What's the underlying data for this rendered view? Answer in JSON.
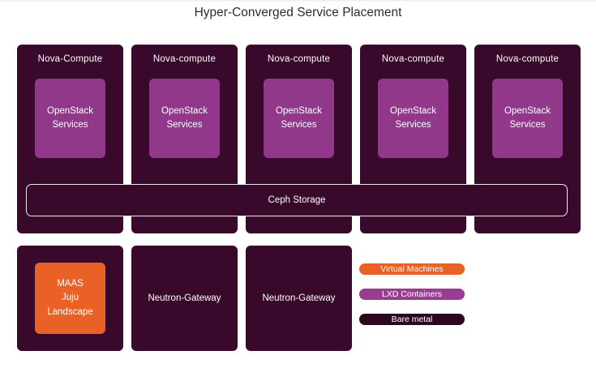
{
  "title": "Hyper-Converged Service Placement",
  "colors": {
    "aubergine": "#38092b",
    "inner_purple": "#91388a",
    "orange": "#ea6126",
    "legend_orange": "#ea6126",
    "legend_purple": "#9a3d92",
    "legend_dark": "#2d0621",
    "ceph_border": "#f0eae6",
    "title_text": "#2d2d2d",
    "label_text": "#ffffff"
  },
  "top_row": [
    {
      "label": "Nova-Compute",
      "inner_lines": [
        "OpenStack",
        "Services"
      ]
    },
    {
      "label": "Nova-compute",
      "inner_lines": [
        "OpenStack",
        "Services"
      ]
    },
    {
      "label": "Nova-compute",
      "inner_lines": [
        "OpenStack",
        "Services"
      ]
    },
    {
      "label": "Nova-compute",
      "inner_lines": [
        "OpenStack",
        "Services"
      ]
    },
    {
      "label": "Nova-compute",
      "inner_lines": [
        "OpenStack",
        "Services"
      ]
    }
  ],
  "ceph_bar": {
    "label": "Ceph Storage"
  },
  "bottom_row": {
    "maas": {
      "inner_lines": [
        "MAAS",
        "Juju",
        "Landscape"
      ]
    },
    "gateways": [
      {
        "label": "Neutron-Gateway"
      },
      {
        "label": "Neutron-Gateway"
      }
    ]
  },
  "legend": {
    "items": [
      {
        "label": "Virtual Machines",
        "color": "#ea6126"
      },
      {
        "label": "LXD Containers",
        "color": "#9a3d92"
      },
      {
        "label": "Bare metal",
        "color": "#2d0621"
      }
    ]
  }
}
